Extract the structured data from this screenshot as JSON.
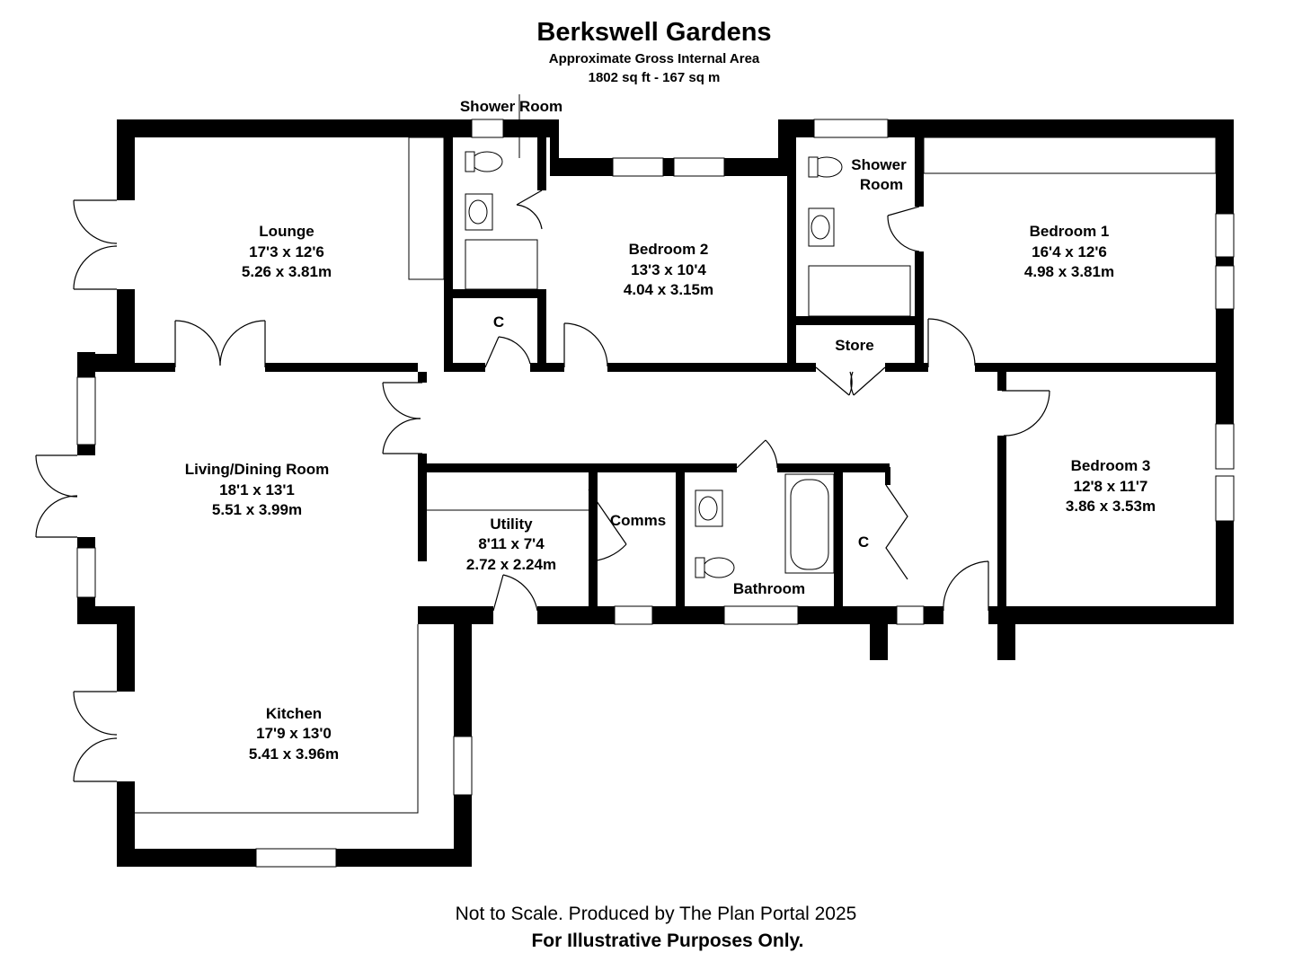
{
  "title": "Berkswell Gardens",
  "subtitle_1": "Approximate Gross Internal Area",
  "subtitle_2": "1802 sq ft - 167 sq m",
  "rooms": {
    "lounge": {
      "name": "Lounge",
      "imperial": "17'3 x 12'6",
      "metric": "5.26 x 3.81m"
    },
    "shower_room_1": {
      "name": "Shower Room"
    },
    "bedroom_2": {
      "name": "Bedroom 2",
      "imperial": "13'3 x 10'4",
      "metric": "4.04 x 3.15m"
    },
    "shower_room_2": {
      "line1": "Shower",
      "line2": "Room"
    },
    "bedroom_1": {
      "name": "Bedroom 1",
      "imperial": "16'4 x 12'6",
      "metric": "4.98 x 3.81m"
    },
    "cupboard_1": {
      "name": "C"
    },
    "store": {
      "name": "Store"
    },
    "living_dining": {
      "name": "Living/Dining Room",
      "imperial": "18'1 x 13'1",
      "metric": "5.51 x 3.99m"
    },
    "utility": {
      "name": "Utility",
      "imperial": "8'11 x 7'4",
      "metric": "2.72 x 2.24m"
    },
    "comms": {
      "name": "Comms"
    },
    "bathroom": {
      "name": "Bathroom"
    },
    "cupboard_2": {
      "name": "C"
    },
    "bedroom_3": {
      "name": "Bedroom 3",
      "imperial": "12'8 x 11'7",
      "metric": "3.86 x 3.53m"
    },
    "kitchen": {
      "name": "Kitchen",
      "imperial": "17'9 x 13'0",
      "metric": "5.41 x 3.96m"
    }
  },
  "footer": {
    "line1": "Not to Scale. Produced by The Plan Portal 2025",
    "line2": "For Illustrative Purposes Only."
  }
}
